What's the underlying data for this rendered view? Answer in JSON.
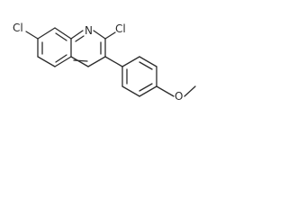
{
  "molecule": {
    "atoms": {
      "chlorine_left": "Cl",
      "nitrogen": "N",
      "chlorine_right": "Cl",
      "oxygen": "O"
    },
    "colors": {
      "bond": "#2b2b2b",
      "label": "#2b2b2b",
      "background": "#ffffff"
    }
  }
}
